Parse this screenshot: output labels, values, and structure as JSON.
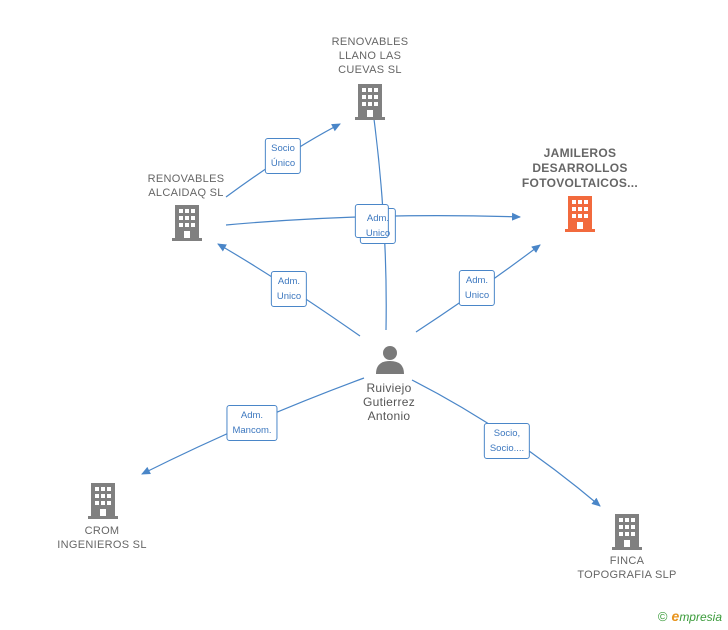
{
  "colors": {
    "edge": "#4a86c8",
    "building": "#808080",
    "building_highlight": "#f26a3d",
    "person": "#7a7a7a"
  },
  "nodes": {
    "renovables_llano": {
      "label": "RENOVABLES\nLLANO LAS\nCUEVAS  SL",
      "icon": "building-icon"
    },
    "renovables_alcaidaq": {
      "label": "RENOVABLES\nALCAIDAQ  SL",
      "icon": "building-icon"
    },
    "jamileros": {
      "label": "JAMILEROS\nDESARROLLOS\nFOTOVOLTAICOS...",
      "icon": "building-icon"
    },
    "person": {
      "label": "Ruiviejo\nGutierrez\nAntonio",
      "icon": "person-icon"
    },
    "crom": {
      "label": "CROM\nINGENIEROS SL",
      "icon": "building-icon"
    },
    "finca": {
      "label": "FINCA\nTOPOGRAFIA SLP",
      "icon": "building-icon"
    }
  },
  "edges": {
    "alcaidaq_to_llano": "Socio\nÚnico",
    "person_to_llano": "Adm.\nUnico",
    "person_to_alcaidaq": "Adm.\nUnico",
    "person_to_jamileros": "Adm.\nUnico",
    "person_to_crom": "Adm.\nMancom.",
    "person_to_finca": "Socio,\nSocio...."
  },
  "footer": {
    "copyright": "©",
    "brand_initial": "e",
    "brand_rest": "mpresia"
  }
}
